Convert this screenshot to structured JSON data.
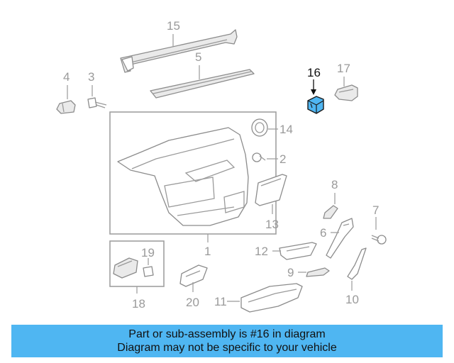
{
  "diagram": {
    "highlighted_part": "16",
    "callouts": [
      {
        "id": "c15",
        "number": "15"
      },
      {
        "id": "c5",
        "number": "5"
      },
      {
        "id": "c4",
        "number": "4"
      },
      {
        "id": "c3",
        "number": "3"
      },
      {
        "id": "c16",
        "number": "16"
      },
      {
        "id": "c17",
        "number": "17"
      },
      {
        "id": "c14",
        "number": "14"
      },
      {
        "id": "c2",
        "number": "2"
      },
      {
        "id": "c8",
        "number": "8"
      },
      {
        "id": "c13",
        "number": "13"
      },
      {
        "id": "c7",
        "number": "7"
      },
      {
        "id": "c6",
        "number": "6"
      },
      {
        "id": "c1",
        "number": "1"
      },
      {
        "id": "c19",
        "number": "19"
      },
      {
        "id": "c12",
        "number": "12"
      },
      {
        "id": "c9",
        "number": "9"
      },
      {
        "id": "c18",
        "number": "18"
      },
      {
        "id": "c20",
        "number": "20"
      },
      {
        "id": "c11",
        "number": "11"
      },
      {
        "id": "c10",
        "number": "10"
      }
    ],
    "highlight_color": "#4fb6f2"
  },
  "banner": {
    "line1": "Part or sub-assembly is #16 in diagram",
    "line2": "Diagram may not be specific to your vehicle",
    "background": "#4fb6f2"
  }
}
